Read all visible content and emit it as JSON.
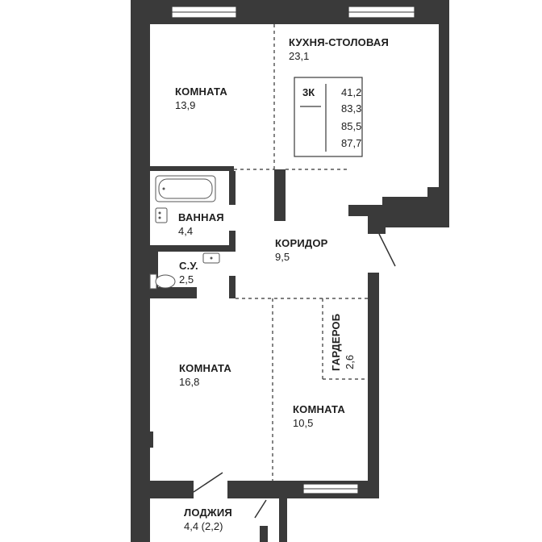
{
  "rooms": {
    "bedroom_top": {
      "name": "КОМНАТА",
      "area": "13,9"
    },
    "kitchen": {
      "name": "КУХНЯ-СТОЛОВАЯ",
      "area": "23,1"
    },
    "bathroom": {
      "name": "ВАННАЯ",
      "area": "4,4"
    },
    "wc": {
      "name": "С.У.",
      "area": "2,5"
    },
    "corridor": {
      "name": "КОРИДОР",
      "area": "9,5"
    },
    "bedroom_left": {
      "name": "КОМНАТА",
      "area": "16,8"
    },
    "bedroom_right": {
      "name": "КОМНАТА",
      "area": "10,5"
    },
    "wardrobe": {
      "name": "ГАРДЕРОБ",
      "area": "2,6"
    },
    "loggia": {
      "name": "ЛОДЖИЯ",
      "area": "4,4 (2,2)"
    }
  },
  "info": {
    "type": "3К",
    "values": [
      "41,2",
      "83,3",
      "85,5",
      "87,7"
    ]
  }
}
